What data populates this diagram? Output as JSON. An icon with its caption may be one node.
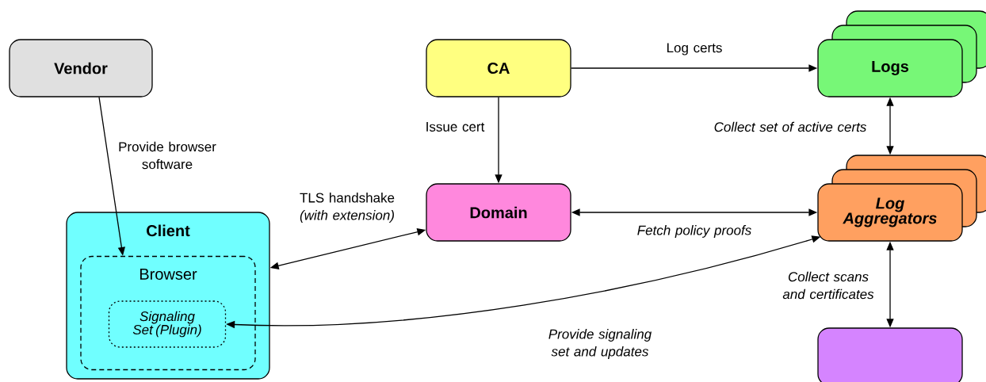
{
  "diagram": {
    "nodes": [
      {
        "text": [
          "Vendor"
        ]
      },
      {
        "text": [
          "CA"
        ]
      },
      {
        "text": [
          "Logs"
        ]
      },
      {
        "text": [
          "Client"
        ]
      },
      {
        "text": [
          "Browser"
        ],
        "in": 3
      },
      {
        "text": [
          "Signaling Set (Plugin)"
        ],
        "in": 4
      },
      {
        "text": [
          "Domain"
        ]
      },
      {
        "text": [
          "Log Aggregators"
        ]
      },
      {
        "text": [],
        "shape": "box"
      }
    ],
    "edges": [
      {
        "from": 0,
        "to": 4,
        "arrow": "to",
        "label": "Provide browser software"
      },
      {
        "from": 1,
        "to": 2,
        "arrow": "to",
        "label": "Log certs"
      },
      {
        "from": 1,
        "to": 6,
        "arrow": "to",
        "label": "Issue cert"
      },
      {
        "from": 2,
        "to": 7,
        "arrow": "both",
        "label": "Collect set of active certs"
      },
      {
        "from": 6,
        "to": 3,
        "arrow": "both",
        "label": "TLS handshake *(with extension)*"
      },
      {
        "from": 6,
        "to": 7,
        "arrow": "both",
        "label": "Fetch policy proofs"
      },
      {
        "from": 7,
        "to": 5,
        "arrow": "both",
        "label": "Provide signaling set and updates"
      },
      {
        "from": 7,
        "to": 8,
        "arrow": "both",
        "label": "Collect scans and certificates"
      }
    ]
  }
}
